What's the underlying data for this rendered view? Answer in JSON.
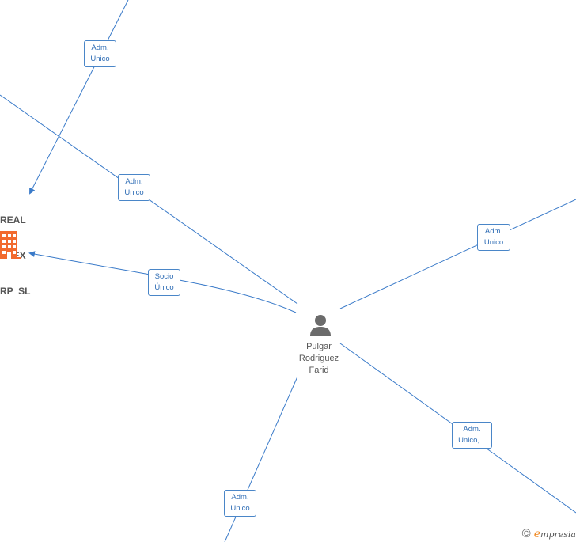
{
  "nodes": {
    "company": {
      "name_lines": [
        "REAL",
        "NVEX",
        "RP  SL"
      ],
      "icon": "building-icon",
      "color": "#f26a2e"
    },
    "person": {
      "name_lines": [
        "Pulgar",
        "Rodriguez",
        "Farid"
      ],
      "icon": "person-icon",
      "color": "#6b6b6b"
    }
  },
  "edges": [
    {
      "label_lines": [
        "Adm.",
        "Unico"
      ]
    },
    {
      "label_lines": [
        "Adm.",
        "Unico"
      ]
    },
    {
      "label_lines": [
        "Socio",
        "Único"
      ]
    },
    {
      "label_lines": [
        "Adm.",
        "Unico"
      ]
    },
    {
      "label_lines": [
        "Adm.",
        "Unico,..."
      ]
    },
    {
      "label_lines": [
        "Adm.",
        "Unico"
      ]
    }
  ],
  "colors": {
    "edge": "#3b7bc9",
    "label_border": "#4a86c8"
  },
  "footer": {
    "copyright": "©",
    "brand_first": "e",
    "brand_rest": "mpresia"
  }
}
